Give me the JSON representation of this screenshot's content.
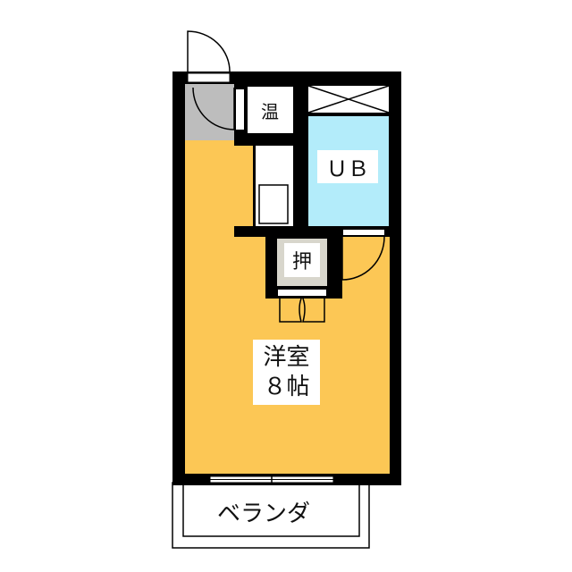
{
  "rooms": {
    "water_heater": "温",
    "unit_bath": "ＵＢ",
    "closet": "押",
    "main_room_line1": "洋室",
    "main_room_line2": "８帖",
    "balcony": "ベランダ"
  },
  "colors": {
    "room": "#fcc755",
    "bath": "#b3ecfa",
    "entry": "#bdbdbd",
    "closet": "#d8d6cc",
    "wall": "#000000"
  }
}
